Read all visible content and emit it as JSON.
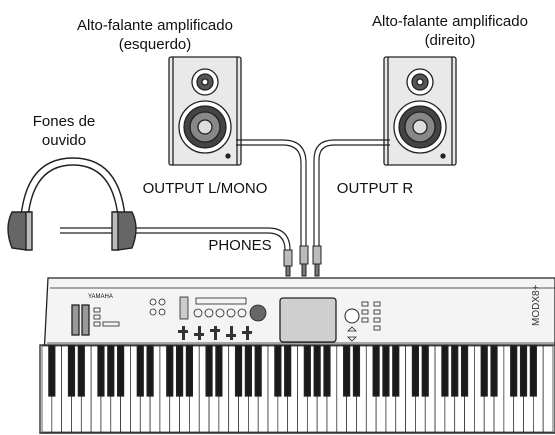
{
  "labels": {
    "speaker_left_line1": "Alto-falante amplificado",
    "speaker_left_line2": "(esquerdo)",
    "speaker_right_line1": "Alto-falante amplificado",
    "speaker_right_line2": "(direito)",
    "headphones_line1": "Fones de",
    "headphones_line2": "ouvido",
    "output_left": "OUTPUT L/MONO",
    "output_right": "OUTPUT R",
    "phones": "PHONES"
  },
  "keyboard": {
    "brand": "YAMAHA",
    "model": "MODX8+"
  },
  "colors": {
    "line": "#222222",
    "speaker_face": "#e9e9e9",
    "woofer_dark": "#444444",
    "screen": "#cfcfcf"
  }
}
